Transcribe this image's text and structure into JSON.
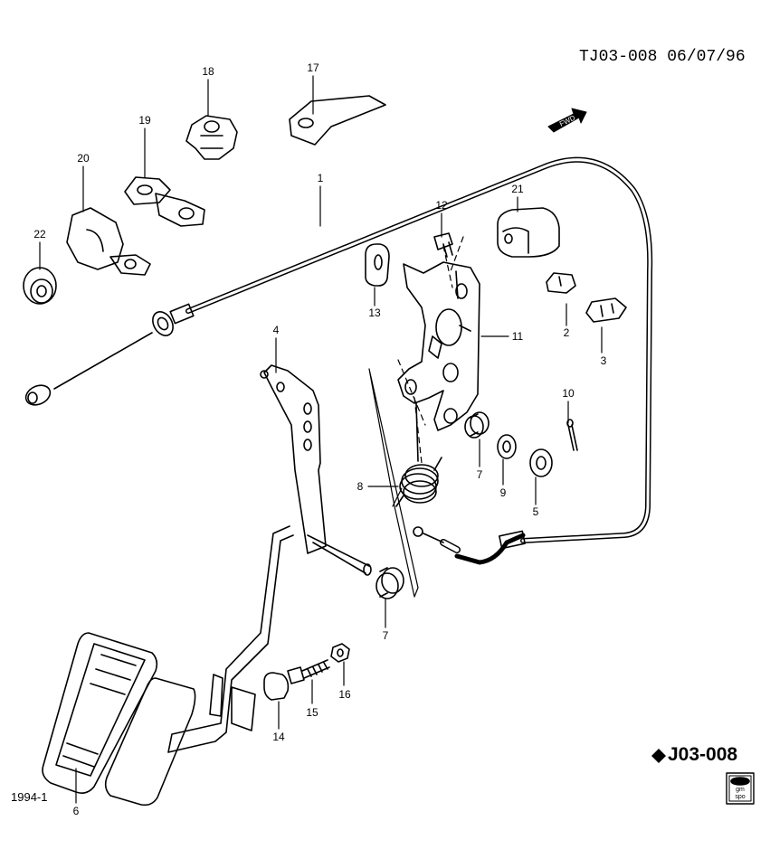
{
  "header": {
    "drawing_id": "TJ03-008",
    "date": "06/07/96"
  },
  "page_code": "J03-008",
  "model_year": "1994-1",
  "direction_label": "FWD",
  "badge": {
    "line1": "gm",
    "line2": "spo"
  },
  "callouts": [
    "1",
    "2",
    "3",
    "4",
    "5",
    "6",
    "7",
    "7",
    "8",
    "9",
    "10",
    "11",
    "12",
    "13",
    "14",
    "15",
    "16",
    "17",
    "18",
    "19",
    "20",
    "21",
    "22"
  ]
}
